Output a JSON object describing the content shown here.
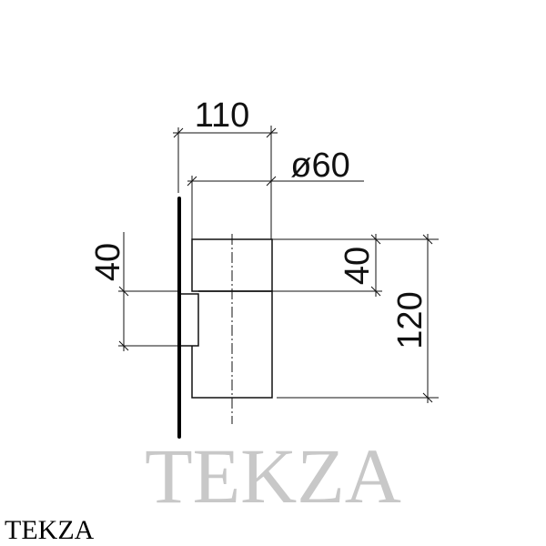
{
  "dimensions": {
    "depth_total": "110",
    "diameter": "ø60",
    "left_height": "40",
    "right_height": "40",
    "total_height": "120"
  },
  "watermark": "TEKZA",
  "brand": "TEKZA",
  "colors": {
    "line": "#111111",
    "watermark": "#c8c8c8"
  }
}
